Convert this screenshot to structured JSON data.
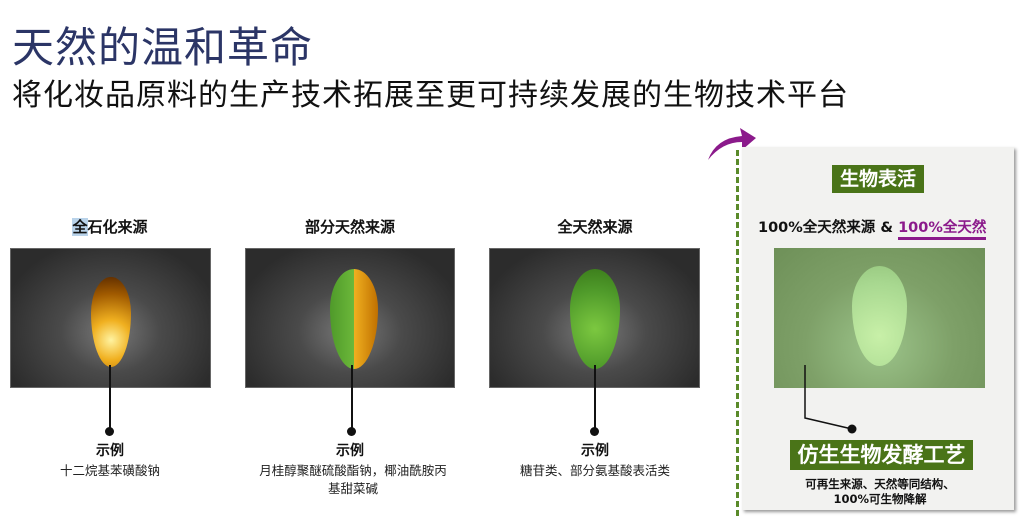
{
  "header": {
    "title": "天然的温和革命",
    "subtitle": "将化妆品原料的生产技术拓展至更可持续发展的生物技术平台"
  },
  "columns": [
    {
      "heading": "全石化来源",
      "example_label": "示例",
      "description": "十二烷基苯磺酸钠"
    },
    {
      "heading": "部分天然来源",
      "example_label": "示例",
      "description": "月桂醇聚醚硫酸酯钠，椰油酰胺丙基甜菜碱"
    },
    {
      "heading": "全天然来源",
      "example_label": "示例",
      "description": "糖苷类、部分氨基酸表活类"
    }
  ],
  "highlight": {
    "badge": "生物表活",
    "claim_black": "100%全天然来源 &",
    "claim_purple": "100%全天然",
    "process_badge": "仿生生物发酵工艺",
    "benefits_line1": "可再生来源、天然等同结构、",
    "benefits_line2": "100%可生物降解"
  },
  "colors": {
    "title": "#2b3566",
    "green": "#4a7418",
    "purple": "#8b1a8b"
  }
}
